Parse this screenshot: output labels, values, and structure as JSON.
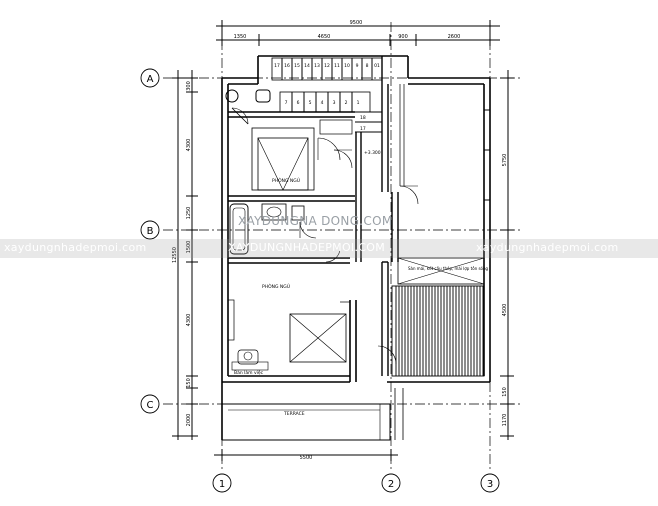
{
  "watermarks": {
    "top_center": "XAYDUNGNA     DONG.COM",
    "band_left": "xaydungnhadepmoi.com",
    "band_center": "XAYDUNGNHADEPMOI.COM",
    "band_right": "xaydungnhadepmoi.com"
  },
  "dims_top": {
    "overall": "9500",
    "seg1": "1350",
    "seg2": "4650",
    "seg3": "900",
    "seg4": "2600"
  },
  "dims_bottom": {
    "seg1": "5500"
  },
  "dims_left": {
    "overall": "12550",
    "a1": "300",
    "a2": "4300",
    "a3": "1250",
    "a4": "1500",
    "b1": "4300",
    "b2": "150",
    "c1": "2000"
  },
  "dims_right": {
    "r1": "5750",
    "r2": "4500",
    "r3": "1170",
    "r4": "150"
  },
  "axes": {
    "row_a": "A",
    "row_b": "B",
    "row_c": "C",
    "col_1": "1",
    "col_2": "2",
    "col_3": "3"
  },
  "stairs": {
    "top_steps": [
      "17",
      "16",
      "15",
      "14",
      "13",
      "12",
      "11",
      "10",
      "9",
      "8",
      "01"
    ],
    "bottom_steps": [
      "7",
      "6",
      "5",
      "4",
      "3",
      "2",
      "1"
    ],
    "landing_numbers": [
      "18",
      "17"
    ]
  },
  "room_labels": {
    "bedroom_top": "PHÒNG NGỦ",
    "bedroom_bottom": "PHÒNG NGỦ",
    "work_table": "Bàn làm việc",
    "terrace": "TERRACE",
    "level_mark": "+3.300",
    "skylight_note": "Sàn mái, kết cấu thép, mái lợp tôn sóng"
  }
}
